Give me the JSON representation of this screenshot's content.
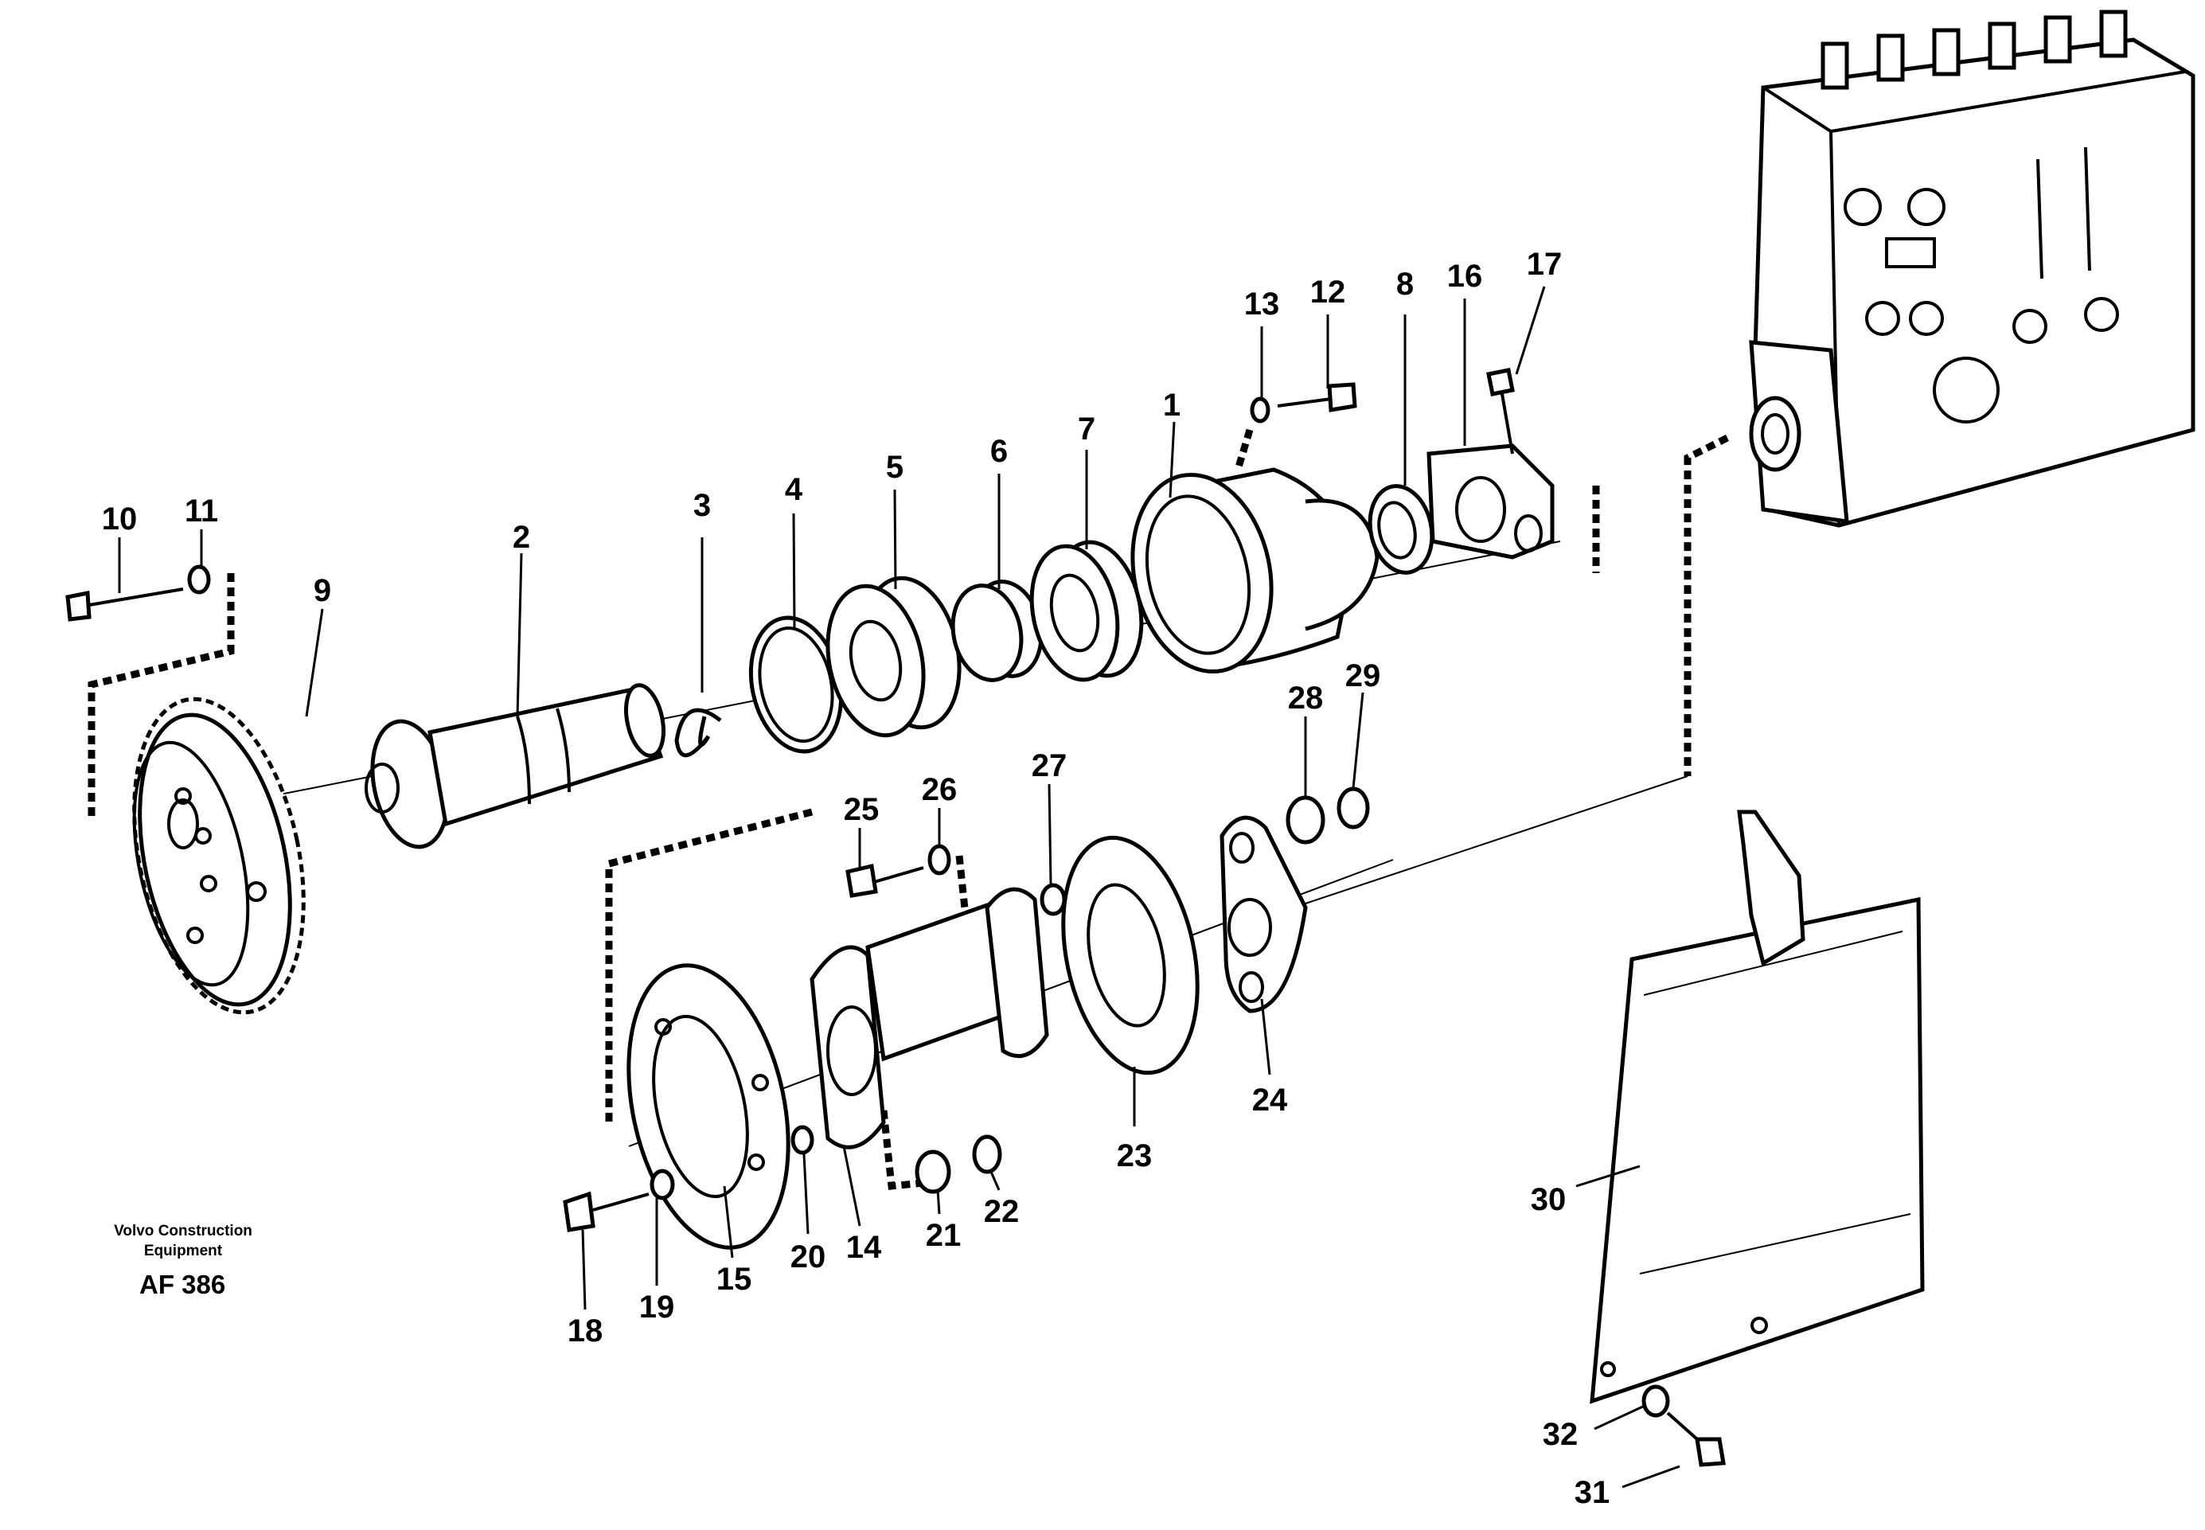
{
  "drawing": {
    "brand_line1": "Volvo Construction",
    "brand_line2": "Equipment",
    "code": "AF 386"
  },
  "callouts": [
    {
      "id": "1",
      "label": "1"
    },
    {
      "id": "2",
      "label": "2"
    },
    {
      "id": "3",
      "label": "3"
    },
    {
      "id": "4",
      "label": "4"
    },
    {
      "id": "5",
      "label": "5"
    },
    {
      "id": "6",
      "label": "6"
    },
    {
      "id": "7",
      "label": "7"
    },
    {
      "id": "8",
      "label": "8"
    },
    {
      "id": "9",
      "label": "9"
    },
    {
      "id": "10",
      "label": "10"
    },
    {
      "id": "11",
      "label": "11"
    },
    {
      "id": "12",
      "label": "12"
    },
    {
      "id": "13",
      "label": "13"
    },
    {
      "id": "14",
      "label": "14"
    },
    {
      "id": "15",
      "label": "15"
    },
    {
      "id": "16",
      "label": "16"
    },
    {
      "id": "17",
      "label": "17"
    },
    {
      "id": "18",
      "label": "18"
    },
    {
      "id": "19",
      "label": "19"
    },
    {
      "id": "20",
      "label": "20"
    },
    {
      "id": "21",
      "label": "21"
    },
    {
      "id": "22",
      "label": "22"
    },
    {
      "id": "23",
      "label": "23"
    },
    {
      "id": "24",
      "label": "24"
    },
    {
      "id": "25",
      "label": "25"
    },
    {
      "id": "26",
      "label": "26"
    },
    {
      "id": "27",
      "label": "27"
    },
    {
      "id": "28",
      "label": "28"
    },
    {
      "id": "29",
      "label": "29"
    },
    {
      "id": "30",
      "label": "30"
    },
    {
      "id": "31",
      "label": "31"
    },
    {
      "id": "32",
      "label": "32"
    }
  ]
}
